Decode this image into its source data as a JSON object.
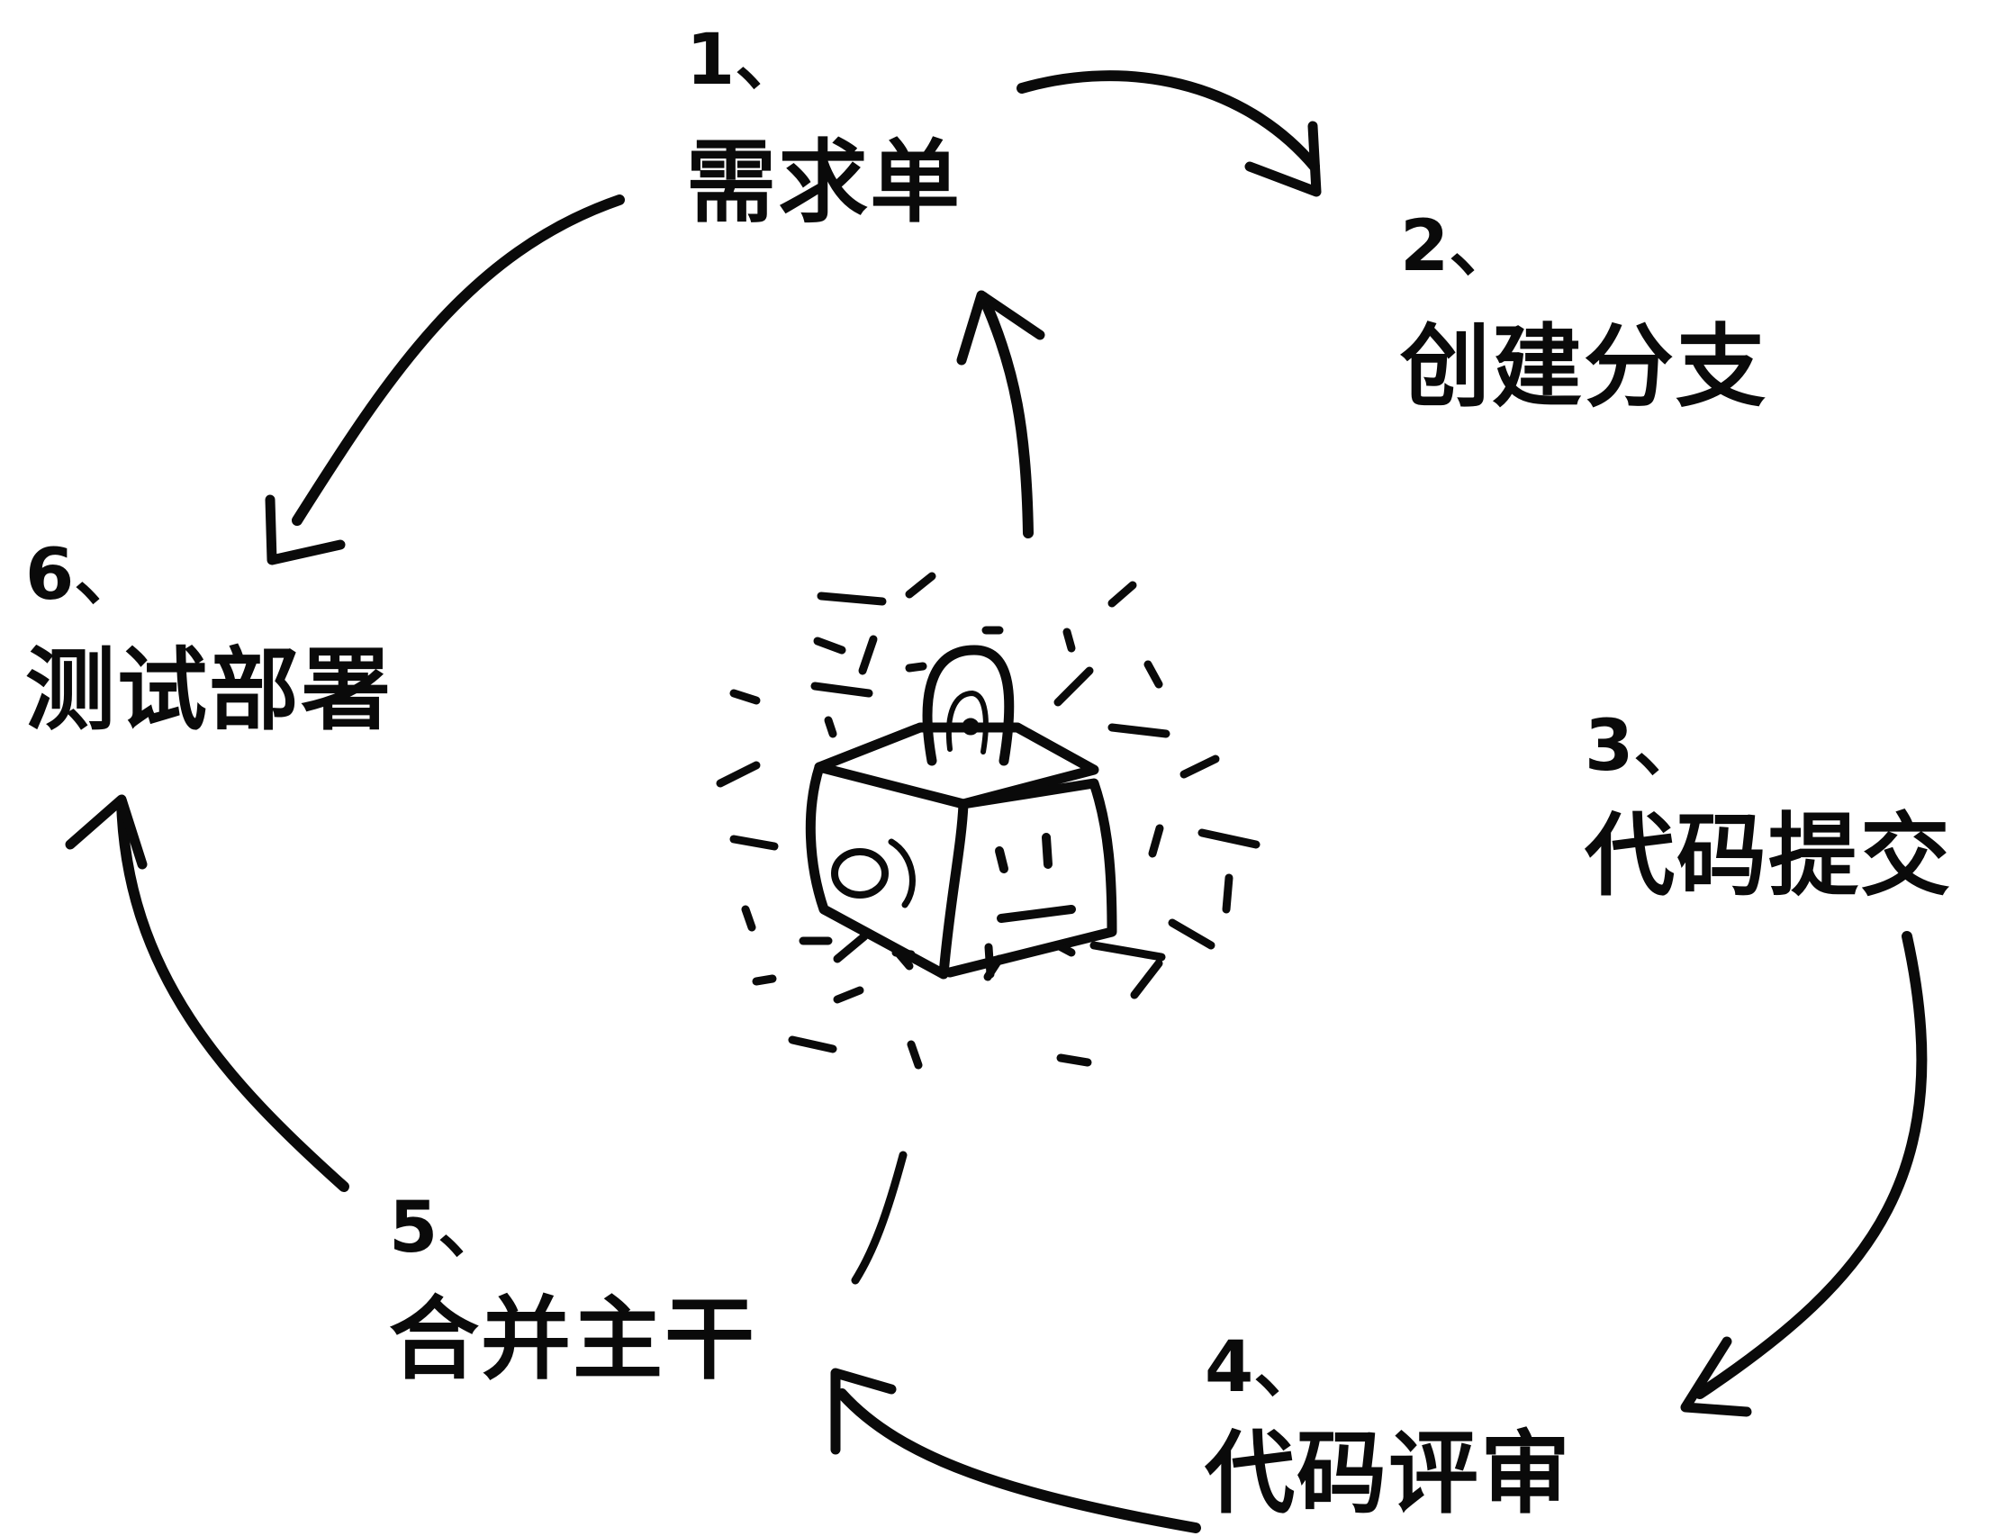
{
  "steps": [
    {
      "num": "1、",
      "label": "需求单"
    },
    {
      "num": "2、",
      "label": "创建分支"
    },
    {
      "num": "3、",
      "label": "代码提交"
    },
    {
      "num": "4、",
      "label": "代码评审"
    },
    {
      "num": "5、",
      "label": "合并主干"
    },
    {
      "num": "6、",
      "label": "测试部署"
    }
  ],
  "icons": {
    "center": "glowing-lock-box-icon",
    "arrow": "hand-drawn-arrow-icon"
  },
  "colors": {
    "ink": "#0a0a0a",
    "background": "#ffffff"
  }
}
